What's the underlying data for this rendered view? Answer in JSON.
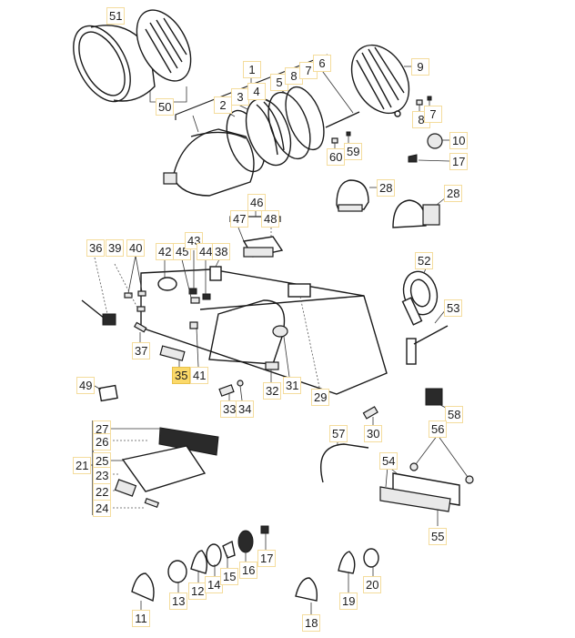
{
  "diagram": {
    "title": "Electrical and lighting parts exploded view",
    "highlight_color": "#fbd96a",
    "callout_border_color": "#f4dc9c",
    "selected_part": "35",
    "callouts": {
      "c51": "51",
      "c50": "50",
      "c1": "1",
      "c2": "2",
      "c3": "3",
      "c4": "4",
      "c5": "5",
      "c8a": "8",
      "c7a": "7",
      "c6": "6",
      "c9": "9",
      "c8b": "8",
      "c7b": "7",
      "c60": "60",
      "c59": "59",
      "c10": "10",
      "c17a": "17",
      "c28a": "28",
      "c28b": "28",
      "c46": "46",
      "c47": "47",
      "c48": "48",
      "c36": "36",
      "c39": "39",
      "c40": "40",
      "c42": "42",
      "c45": "45",
      "c43": "43",
      "c44": "44",
      "c38": "38",
      "c52": "52",
      "c53": "53",
      "c37": "37",
      "c35": "35",
      "c41": "41",
      "c32": "32",
      "c31": "31",
      "c29": "29",
      "c49": "49",
      "c33": "33",
      "c34": "34",
      "c58": "58",
      "c30": "30",
      "c57": "57",
      "c56": "56",
      "c54": "54",
      "c55": "55",
      "c21": "21",
      "c27": "27",
      "c26": "26",
      "c25": "25",
      "c23": "23",
      "c22": "22",
      "c24": "24",
      "c11": "11",
      "c13": "13",
      "c12": "12",
      "c14": "14",
      "c15": "15",
      "c16": "16",
      "c17b": "17",
      "c18": "18",
      "c19": "19",
      "c20": "20"
    }
  }
}
